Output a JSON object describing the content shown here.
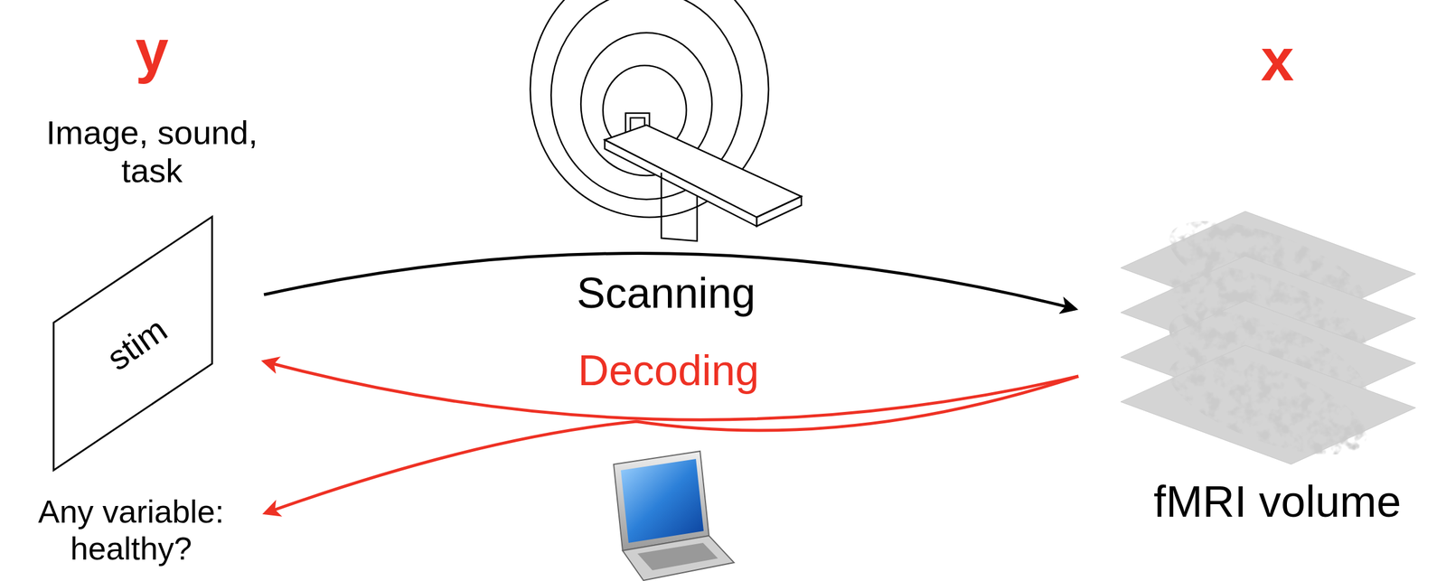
{
  "diagram": {
    "nodes": [
      {
        "text": [
          "y",
          "Image, sound, task",
          "stim"
        ]
      },
      {
        "text": [
          "x",
          "fMRI volume"
        ]
      },
      {
        "text": [
          "Any variable: healthy?"
        ]
      }
    ],
    "edges": [
      {
        "from": 0,
        "to": 1,
        "arrow": "to",
        "label": "Scanning"
      },
      {
        "from": 1,
        "to": 0,
        "arrow": "to",
        "label": "Decoding"
      },
      {
        "from": 1,
        "to": 2,
        "arrow": "to"
      }
    ]
  }
}
